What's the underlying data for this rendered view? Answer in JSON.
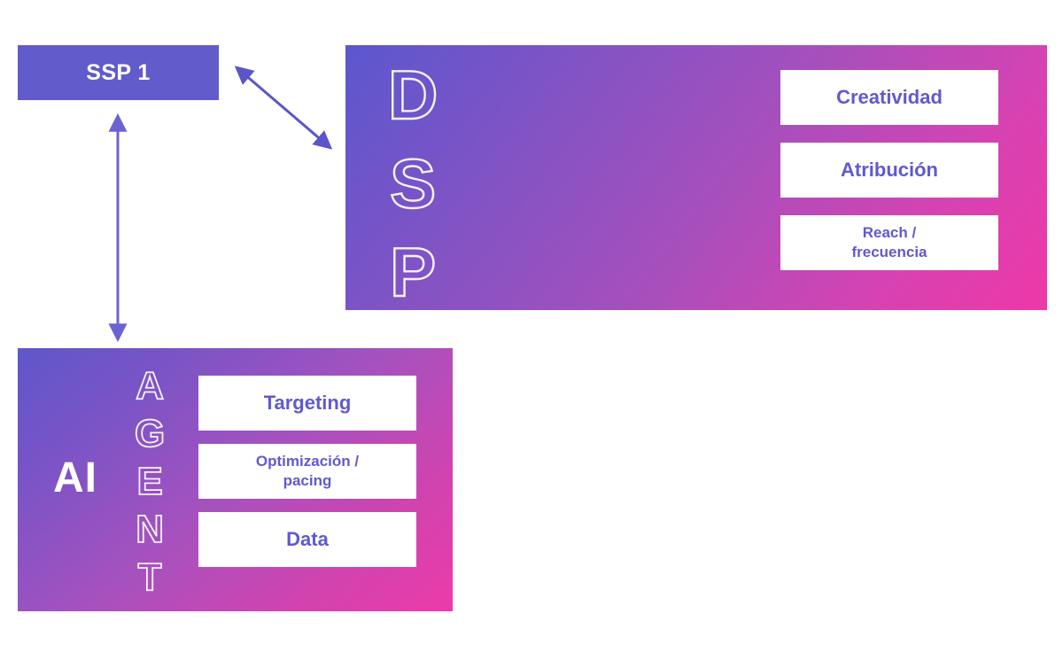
{
  "diagram": {
    "title": "SSP / DSP / AI Agent architecture diagram",
    "background_color": "#FFFFFF",
    "accent_purple": "#625BCB",
    "accent_pink": "#EE38A8",
    "label_text_color": "#6059CF"
  },
  "ssp": {
    "label": "SSP 1",
    "fill_color": "#625BCB",
    "text_color": "#FFFFFF"
  },
  "arrows": [
    {
      "name": "ssp-to-dsp-arrow",
      "style": "double-headed",
      "orientation": "diagonal",
      "color": "#5B55C9",
      "connects": [
        "SSP 1",
        "DSP"
      ]
    },
    {
      "name": "ssp-to-agent-arrow",
      "style": "double-headed",
      "orientation": "vertical",
      "color": "#6B63D1",
      "connects": [
        "SSP 1",
        "AI AGENT"
      ]
    }
  ],
  "dsp_panel": {
    "name": "DSP",
    "vertical_word": "DSP",
    "vertical_letters": [
      "D",
      "S",
      "P"
    ],
    "letter_style": "outlined",
    "gradient_from": "#5B57CE",
    "gradient_to": "#EE38A8",
    "chips": [
      {
        "label": "Creatividad",
        "size": "large"
      },
      {
        "label": "Atribución",
        "size": "large"
      },
      {
        "label": "Reach /\nfrecuencia",
        "size": "small"
      }
    ]
  },
  "agent_panel": {
    "name": "AI AGENT",
    "solid_word": "AI",
    "vertical_word": "AGENT",
    "vertical_letters": [
      "A",
      "G",
      "E",
      "N",
      "T"
    ],
    "letter_style": "outlined",
    "gradient_from": "#5E57CB",
    "gradient_to": "#EC3BA9",
    "chips": [
      {
        "label": "Targeting",
        "size": "large"
      },
      {
        "label": "Optimización /\npacing",
        "size": "small"
      },
      {
        "label": "Data",
        "size": "large"
      }
    ]
  }
}
